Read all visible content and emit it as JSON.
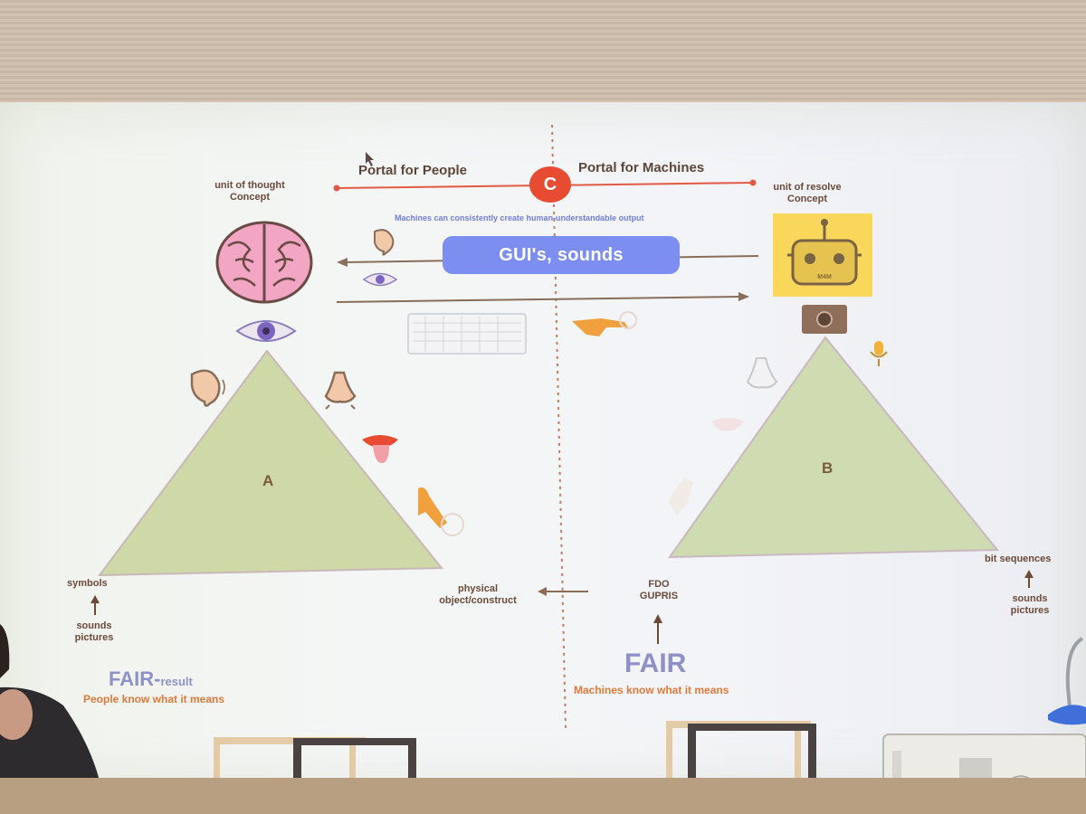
{
  "slide": {
    "portal_people": "Portal for People",
    "portal_machines": "Portal for Machines",
    "center_badge": "C",
    "machine_note": "Machines can consistently create human-understandable output",
    "gui_pill": "GUI's, sounds",
    "left_top_label": [
      "unit of thought",
      "Concept"
    ],
    "right_top_label": [
      "unit of resolve",
      "Concept"
    ],
    "robot_badge": "M4M",
    "triangle_a": "A",
    "triangle_b": "B",
    "symbols": "symbols",
    "left_sources": [
      "sounds",
      "pictures"
    ],
    "physical": [
      "physical",
      "object/construct"
    ],
    "fdo": [
      "FDO",
      "GUPRIS"
    ],
    "bit_sequences": "bit sequences",
    "right_sources": [
      "sounds",
      "pictures"
    ],
    "fair_left": "FAIR-",
    "fair_left_suffix": "result",
    "fair_left_tagline": "People know what it means",
    "fair_right": "FAIR",
    "fair_right_tagline": "Machines know what it means"
  },
  "icons": {
    "brain": "brain-icon",
    "robot": "robot-icon",
    "eye": "eye-icon",
    "ear": "ear-icon",
    "nose": "nose-icon",
    "tongue": "tongue-icon",
    "hand": "pointing-hand-icon",
    "keyboard": "keyboard-icon",
    "camera": "camera-icon",
    "microphone": "microphone-icon"
  },
  "colors": {
    "accent_red": "#e74b32",
    "pill_blue": "#7c8ef0",
    "triangle_green": "#cfd9a8",
    "label_brown": "#6b4a3a",
    "tagline_orange": "#e07a3a",
    "fair_purple": "#8e90c8"
  }
}
